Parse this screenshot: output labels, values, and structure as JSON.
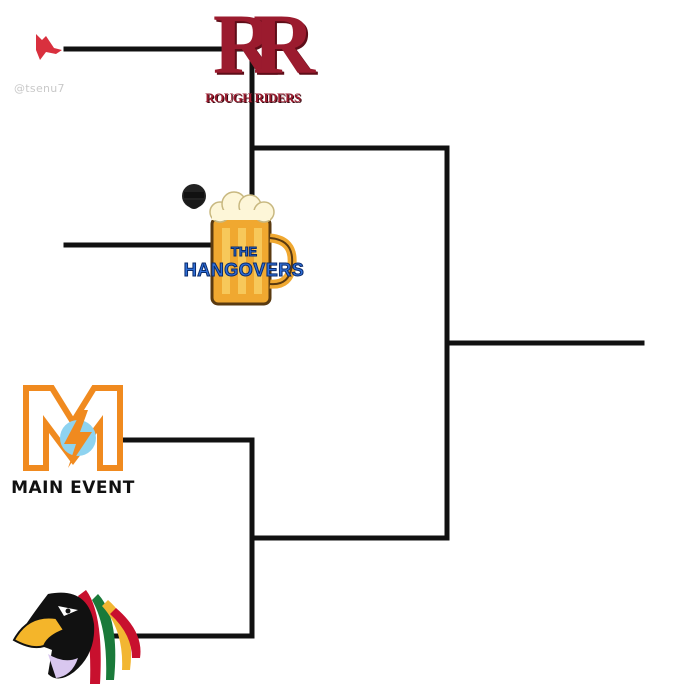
{
  "watermark": "@tsenu7",
  "teams": {
    "rough_riders": {
      "monogram": "RR",
      "name": "ROUGH RIDERS",
      "color": "#9b1b2e"
    },
    "hangovers": {
      "line1": "THE",
      "line2": "HANGOVERS",
      "color": "#2f6fd8"
    },
    "main_event": {
      "letter": "M",
      "name": "MAIN EVENT",
      "color": "#f08a1f"
    },
    "blackhawks": {
      "icon": "blackhawk-head-icon"
    },
    "top_seed": {
      "icon": "red-animal-icon"
    }
  },
  "colors": {
    "bracket_line": "#111111",
    "background": "#ffffff"
  }
}
